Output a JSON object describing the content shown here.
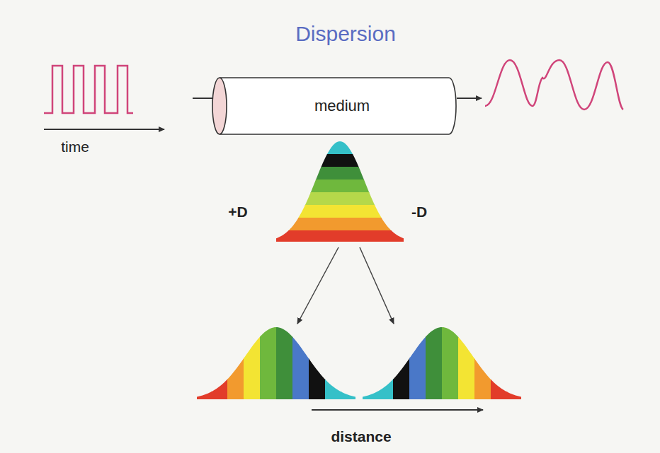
{
  "diagram": {
    "title": "Dispersion",
    "nodes": [
      {
        "text": [
          "medium"
        ]
      }
    ],
    "labels": [
      "time",
      "+D",
      "-D",
      "distance"
    ]
  }
}
